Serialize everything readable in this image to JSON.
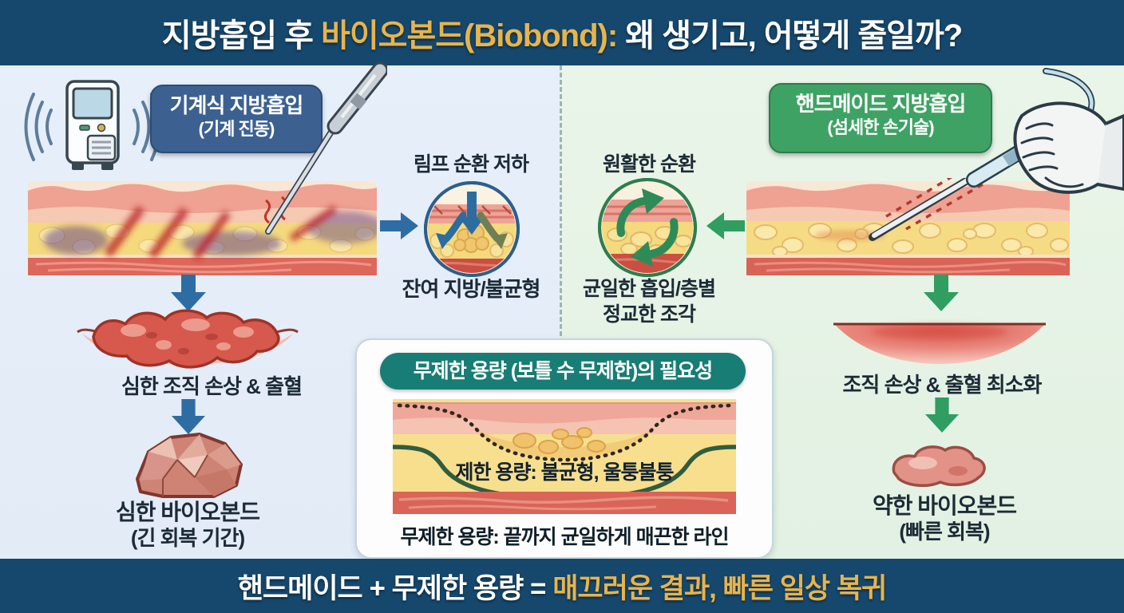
{
  "title": {
    "prefix": "지방흡입 후 ",
    "highlight": "바이오본드(Biobond):",
    "suffix": " 왜 생기고, 어떻게 줄일까?"
  },
  "left_panel": {
    "method_label_line1": "기계식 지방흡입",
    "method_label_line2": "(기계 진동)",
    "lymph_caption": "림프 순환 저하",
    "residual_caption": "잔여 지방/불균형",
    "damage_caption": "심한 조직 손상 & 출혈",
    "result_line1": "심한 바이오본드",
    "result_line2": "(긴 회복 기간)"
  },
  "right_panel": {
    "method_label_line1": "핸드메이드 지방흡입",
    "method_label_line2": "(섬세한 손기술)",
    "circulation_caption": "원활한 순환",
    "uniform_caption_line1": "균일한 흡입/층별",
    "uniform_caption_line2": "정교한 조각",
    "damage_caption": "조직 손상 & 출혈 최소화",
    "result_line1": "약한 바이오본드",
    "result_line2": "(빠른 회복)"
  },
  "center_box": {
    "header": "무제한 용량 (보틀 수 무제한)의 필요성",
    "limited_caption": "제한 용량: 불균형, 울퉁불퉁",
    "unlimited_caption": "무제한 용량: 끝까지 균일하게 매끈한 라인"
  },
  "footer": {
    "prefix": "핸드메이드 + 무제한 용량 = ",
    "highlight": "매끄러운 결과, 빠른 일상 복귀"
  },
  "icons": {
    "machine": "vibration-machine-icon",
    "left_cannula": "mechanical-cannula-icon",
    "right_hand": "hand-cannula-icon",
    "lymph_circle": "lymph-circulation-icon",
    "cycle_circle": "smooth-circulation-icon",
    "rock": "hard-biobond-rock-icon",
    "soft_blob": "soft-biobond-icon"
  },
  "colors": {
    "navy": "#16486E",
    "accent_gold": "#E7B44C",
    "bg_left": "#E3EBF7",
    "bg_right": "#E2F1E3",
    "left_label_bg": "#3C6191",
    "right_label_bg": "#3FA265",
    "teal_pill_bg": "#187D75",
    "left_arrow": "#2E6DA4",
    "right_arrow": "#2F9E60",
    "divider": "#9FB5AD"
  }
}
